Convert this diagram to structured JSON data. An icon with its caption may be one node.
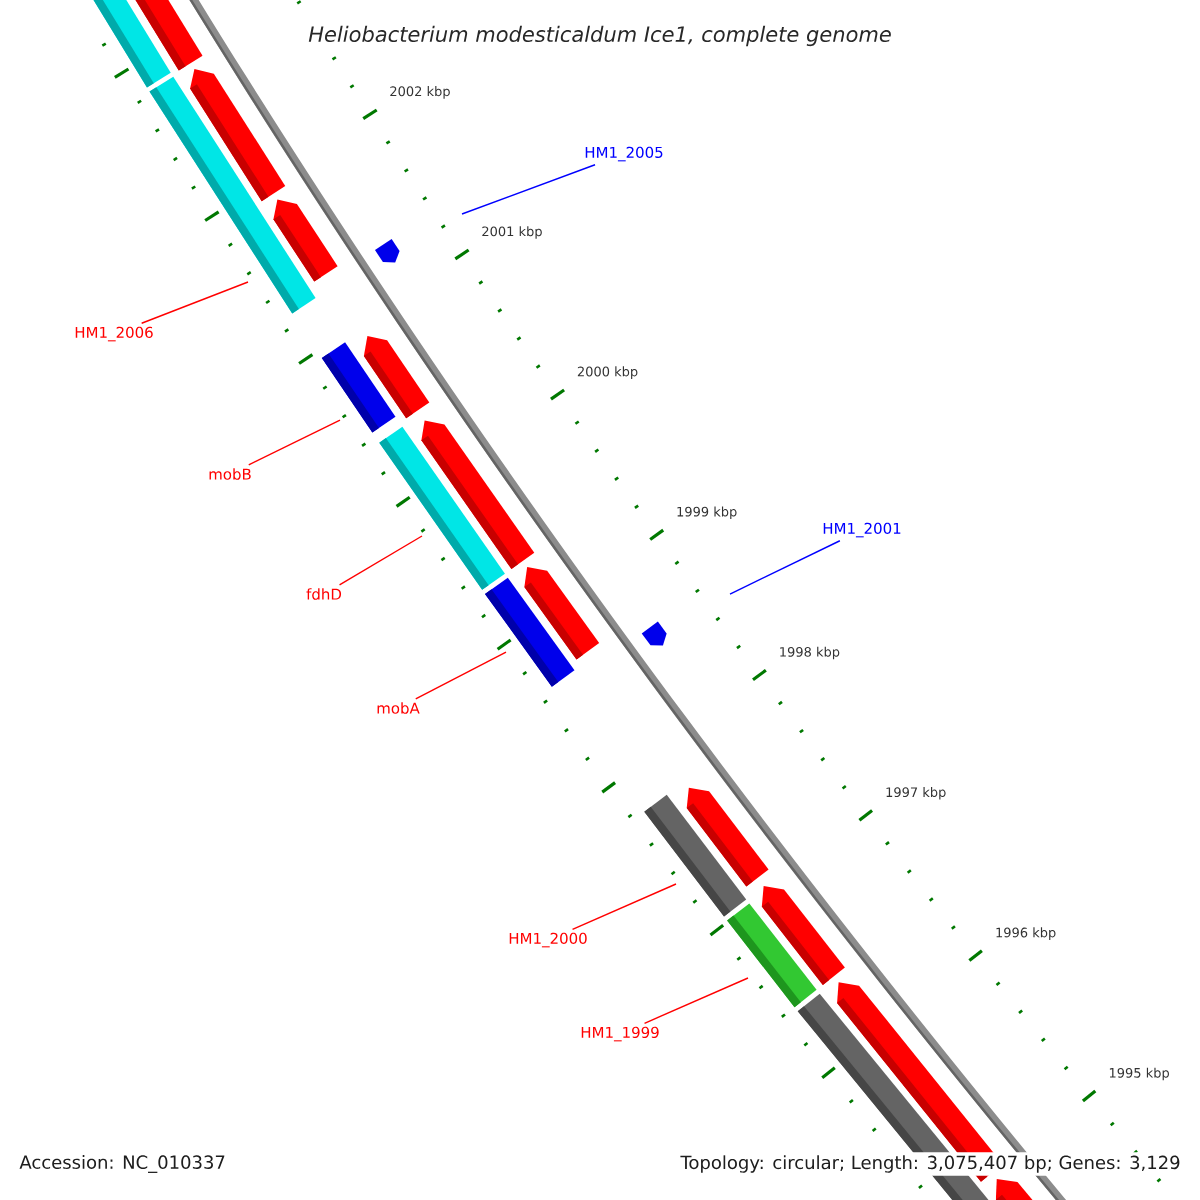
{
  "diagram": {
    "title": "Heliobacterium modesticaldum Ice1, complete genome",
    "nodes": [
      {
        "text": [
          "HM1_2005"
        ]
      },
      {
        "text": [
          "HM1_2006"
        ]
      },
      {
        "text": [
          "mobB"
        ]
      },
      {
        "text": [
          "HM1_2001"
        ]
      },
      {
        "text": [
          "fdhD"
        ]
      },
      {
        "text": [
          "mobA"
        ]
      },
      {
        "text": [
          "HM1_2000"
        ]
      },
      {
        "text": [
          "HM1_1999"
        ]
      }
    ],
    "edges": [
      {
        "from": 0,
        "to": null,
        "arrow": "none",
        "color": "#0000ff"
      },
      {
        "from": 1,
        "to": null,
        "arrow": "none"
      },
      {
        "from": 2,
        "to": null,
        "arrow": "none"
      },
      {
        "from": 3,
        "to": null,
        "arrow": "none",
        "color": "#0000ff"
      },
      {
        "from": 4,
        "to": null,
        "arrow": "none"
      },
      {
        "from": 5,
        "to": null,
        "arrow": "none"
      },
      {
        "from": 6,
        "to": null,
        "arrow": "none"
      },
      {
        "from": 7,
        "to": null,
        "arrow": "none"
      }
    ],
    "labels": [
      "2002 kbp",
      "2001 kbp",
      "2000 kbp",
      "1999 kbp",
      "1998 kbp",
      "1997 kbp",
      "1996 kbp",
      "1995 kbp",
      "Accession: NC_010337",
      "Topology: circular; Length: 3,075,407 bp; Genes: 3,129"
    ]
  }
}
